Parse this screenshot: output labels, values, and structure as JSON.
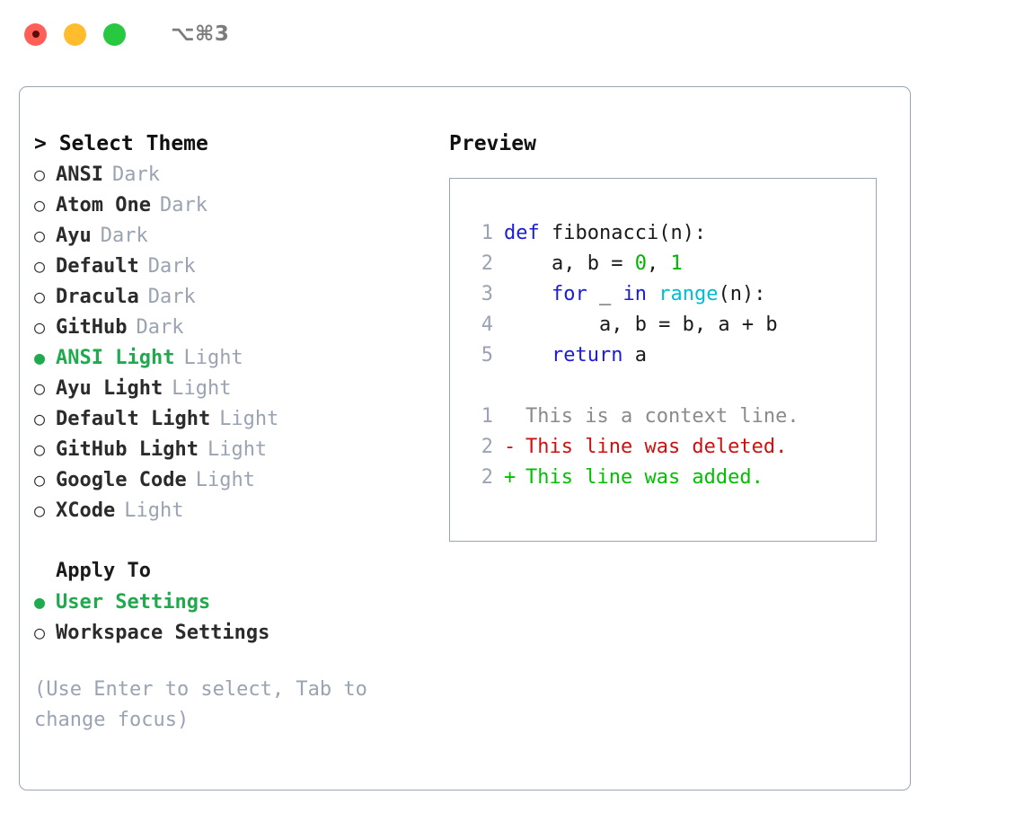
{
  "titlebar": {
    "shortcut": "⌥⌘3",
    "buttons": [
      {
        "name": "close",
        "color": "#ff5f57"
      },
      {
        "name": "minimize",
        "color": "#ffbd2e"
      },
      {
        "name": "zoom",
        "color": "#28c840"
      }
    ]
  },
  "theme_picker": {
    "heading": "> Select Theme",
    "items": [
      {
        "marker": "○",
        "label": "ANSI",
        "tag": "Dark",
        "selected": false
      },
      {
        "marker": "○",
        "label": "Atom One",
        "tag": "Dark",
        "selected": false
      },
      {
        "marker": "○",
        "label": "Ayu",
        "tag": "Dark",
        "selected": false
      },
      {
        "marker": "○",
        "label": "Default",
        "tag": "Dark",
        "selected": false
      },
      {
        "marker": "○",
        "label": "Dracula",
        "tag": "Dark",
        "selected": false
      },
      {
        "marker": "○",
        "label": "GitHub",
        "tag": "Dark",
        "selected": false
      },
      {
        "marker": "●",
        "label": "ANSI Light",
        "tag": "Light",
        "selected": true
      },
      {
        "marker": "○",
        "label": "Ayu Light",
        "tag": "Light",
        "selected": false
      },
      {
        "marker": "○",
        "label": "Default Light",
        "tag": "Light",
        "selected": false
      },
      {
        "marker": "○",
        "label": "GitHub Light",
        "tag": "Light",
        "selected": false
      },
      {
        "marker": "○",
        "label": "Google Code",
        "tag": "Light",
        "selected": false
      },
      {
        "marker": "○",
        "label": "XCode",
        "tag": "Light",
        "selected": false
      }
    ]
  },
  "apply_to": {
    "title": "Apply To",
    "options": [
      {
        "marker": "●",
        "label": "User Settings",
        "selected": true
      },
      {
        "marker": "○",
        "label": "Workspace Settings",
        "selected": false
      }
    ]
  },
  "hint": "(Use Enter to select, Tab to change focus)",
  "preview": {
    "title": "Preview",
    "code_lines": [
      {
        "no": "1",
        "tokens": [
          {
            "t": "def",
            "c": "kw"
          },
          {
            "t": " fibonacci(n):",
            "c": "txt"
          }
        ]
      },
      {
        "no": "2",
        "tokens": [
          {
            "t": "    a, b = ",
            "c": "txt"
          },
          {
            "t": "0",
            "c": "num"
          },
          {
            "t": ", ",
            "c": "txt"
          },
          {
            "t": "1",
            "c": "num"
          }
        ]
      },
      {
        "no": "3",
        "tokens": [
          {
            "t": "    ",
            "c": "txt"
          },
          {
            "t": "for",
            "c": "kw"
          },
          {
            "t": " _ ",
            "c": "txt"
          },
          {
            "t": "in",
            "c": "kw"
          },
          {
            "t": " ",
            "c": "txt"
          },
          {
            "t": "range",
            "c": "fn"
          },
          {
            "t": "(n):",
            "c": "txt"
          }
        ]
      },
      {
        "no": "4",
        "tokens": [
          {
            "t": "        a, b = b, a + b",
            "c": "txt"
          }
        ]
      },
      {
        "no": "5",
        "tokens": [
          {
            "t": "    ",
            "c": "txt"
          },
          {
            "t": "return",
            "c": "kw"
          },
          {
            "t": " a",
            "c": "txt"
          }
        ]
      }
    ],
    "diff_lines": [
      {
        "no": "1",
        "mark": " ",
        "text": "This is a context line.",
        "kind": "ctx"
      },
      {
        "no": "2",
        "mark": "-",
        "text": "This line was deleted.",
        "kind": "del"
      },
      {
        "no": "2",
        "mark": "+",
        "text": "This line was added.",
        "kind": "add"
      }
    ]
  },
  "colors": {
    "accent_green": "#1faa4d",
    "muted": "#9aa3b2",
    "keyword": "#1b1bd8",
    "number": "#00b400",
    "function": "#00bcd4",
    "diff_deleted": "#cc1111",
    "diff_added": "#00c000",
    "border": "#9aa5b4"
  }
}
